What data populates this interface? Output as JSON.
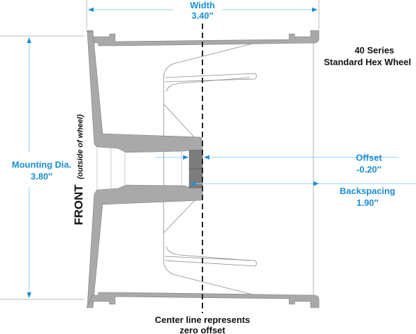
{
  "title": {
    "line1": "40 Series",
    "line2": "Standard Hex Wheel"
  },
  "width": {
    "label": "Width",
    "value": "3.40″"
  },
  "mounting": {
    "label": "Mounting Dia.",
    "value": "3.80″"
  },
  "offset": {
    "label": "Offset",
    "value": "-0.20″"
  },
  "backspacing": {
    "label": "Backspacing",
    "value": "1.90″"
  },
  "front": {
    "main": "FRONT",
    "sub": "(outside of wheel)"
  },
  "centerline": {
    "line1": "Center line represents",
    "line2": "zero offset"
  },
  "colors": {
    "dimension": "#1a8fd6",
    "wheel": "#a9a9a9",
    "hex": "#7d7d7d",
    "text": "#111111"
  }
}
